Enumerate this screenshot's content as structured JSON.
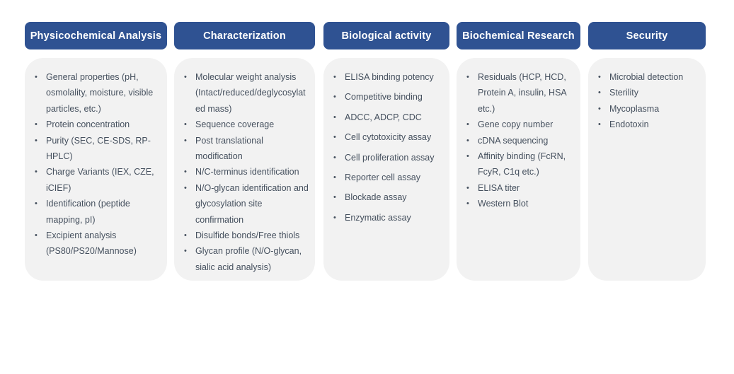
{
  "colors": {
    "page_bg": "#ffffff",
    "header_bg": "#2f5292",
    "header_text": "#ffffff",
    "card_bg": "#f2f2f2",
    "body_text": "#45505e"
  },
  "columns": [
    {
      "title": "Physicochemical Analysis",
      "items": [
        "General properties (pH, osmolality, moisture, visible particles, etc.)",
        "Protein concentration",
        "Purity (SEC,  CE-SDS, RP-HPLC)",
        "Charge Variants (IEX, CZE, iCIEF)",
        "Identification (peptide mapping, pI)",
        "Excipient analysis (PS80/PS20/Mannose)"
      ]
    },
    {
      "title": "Characterization",
      "items": [
        "Molecular weight analysis (Intact/reduced/deglycosylated mass)",
        "Sequence coverage",
        "Post translational modification",
        "N/C-terminus identification",
        "N/O-glycan identification and glycosylation site confirmation",
        "Disulfide bonds/Free thiols",
        "Glycan profile (N/O-glycan, sialic acid analysis)"
      ]
    },
    {
      "title": "Biological activity",
      "items": [
        "ELISA binding potency",
        "Competitive binding",
        "ADCC, ADCP, CDC",
        "Cell cytotoxicity assay",
        "Cell proliferation assay",
        "Reporter cell assay",
        "Blockade assay",
        "Enzymatic assay"
      ]
    },
    {
      "title": "Biochemical Research",
      "items": [
        "Residuals (HCP, HCD, Protein A, insulin, HSA etc.)",
        "Gene copy number",
        "cDNA sequencing",
        "Affinity binding (FcRN, FcyR, C1q etc.)",
        "ELISA titer",
        "Western Blot"
      ]
    },
    {
      "title": "Security",
      "items": [
        "Microbial detection",
        "Sterility",
        "Mycoplasma",
        "Endotoxin"
      ]
    }
  ]
}
